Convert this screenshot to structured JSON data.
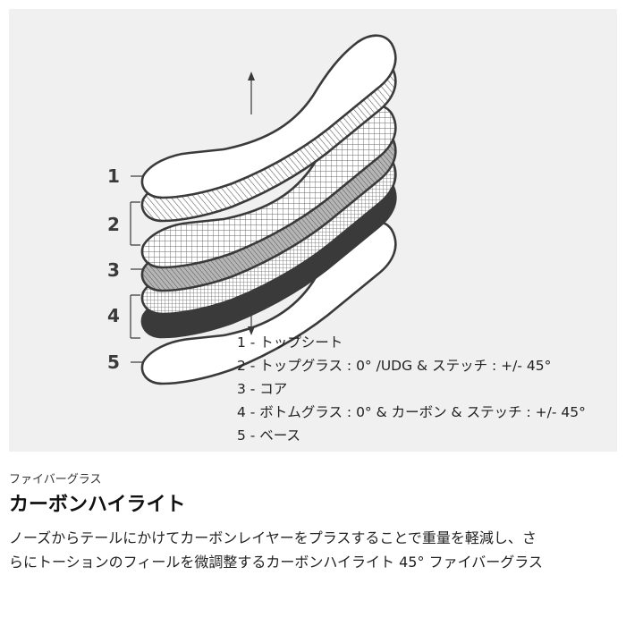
{
  "diagram": {
    "layer_numbers": [
      "1",
      "2",
      "3",
      "4",
      "5"
    ],
    "legend": [
      "1 - トップシート",
      "2 - トップグラス : 0°  /UDG & ステッチ : +/- 45°",
      "3 - コア",
      "4 - ボトムグラス : 0°  & カーボン & ステッチ : +/- 45°",
      "5 - ベース"
    ],
    "colors": {
      "panel_background": "#f0f0f0",
      "outline": "#3a3a3a",
      "carbon_layer": "#3a3a3a",
      "layer_fill": "#ffffff"
    }
  },
  "category": "ファイバーグラス",
  "title": "カーボンハイライト",
  "description": [
    "ノーズからテールにかけてカーボンレイヤーをプラスすることで重量を軽減し、さ",
    "らにトーションのフィールを微調整するカーボンハイライト 45° ファイバーグラス"
  ]
}
